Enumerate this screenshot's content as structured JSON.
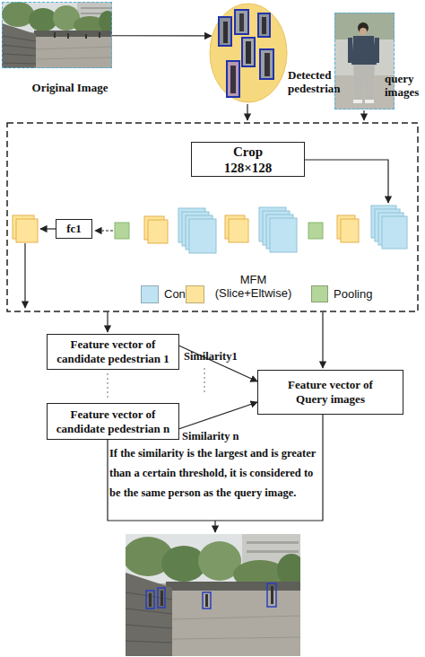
{
  "diagram": {
    "nodes": [
      {
        "text": [
          "Original Image"
        ]
      },
      {
        "text": [
          "Detected pedestrian"
        ]
      },
      {
        "text": [
          "query images"
        ]
      },
      {
        "text": [
          "Crop 128×128"
        ]
      },
      {
        "text": [
          "fc1"
        ]
      },
      {
        "text": [
          "Feature vector of candidate pedestrian 1"
        ]
      },
      {
        "text": [
          "Feature vector of candidate pedestrian n"
        ]
      },
      {
        "text": [
          "Feature vector of Query images"
        ]
      },
      {
        "text": [
          "If the similarity is the largest and is greater than a certain threshold, it is considered to be the same person as the query image."
        ]
      }
    ],
    "edges": [
      {
        "from": 0,
        "to": 1,
        "arrow": "to"
      },
      {
        "from": 5,
        "to": 7,
        "label": "Similarity1",
        "arrow": "to"
      },
      {
        "from": 6,
        "to": 7,
        "label": "Similarity n",
        "arrow": "to"
      }
    ],
    "legend": [
      {
        "text": "Conv",
        "color": "#bfe3f2"
      },
      {
        "text": "MFM (Slice+Eltwise)",
        "color": "#fde49a"
      },
      {
        "text": "Pooling",
        "color": "#b5d69a"
      }
    ]
  }
}
